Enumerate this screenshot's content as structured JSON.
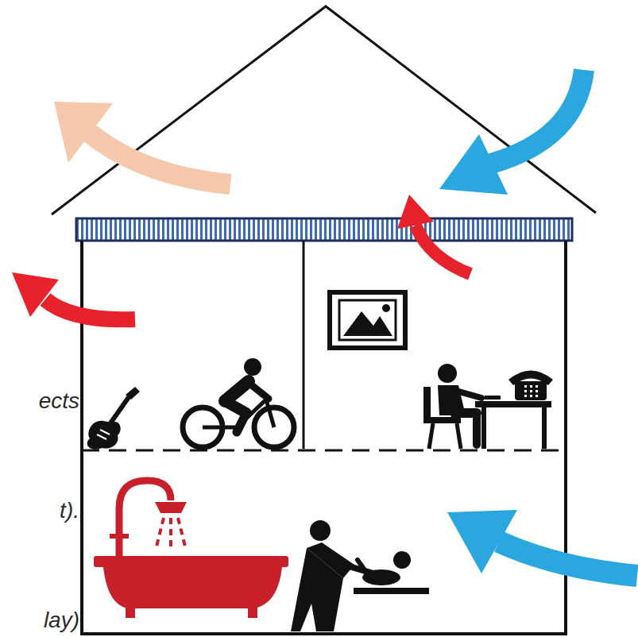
{
  "diagram": {
    "labels": [
      "ects",
      "t).",
      "lay)"
    ]
  }
}
